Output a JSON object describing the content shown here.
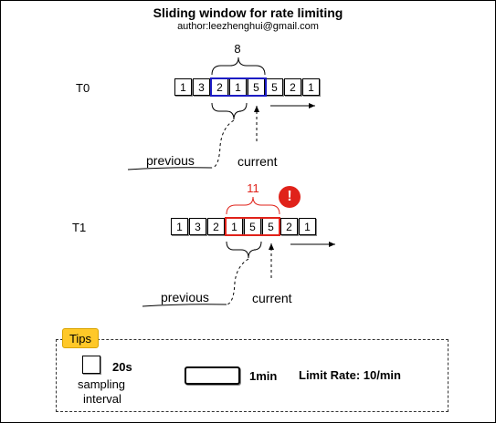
{
  "header": {
    "title": "Sliding window for rate limiting",
    "author": "author:leezhenghui@gmail.com"
  },
  "rows": [
    {
      "label": "T0",
      "cells": [
        "1",
        "3",
        "2",
        "1",
        "5",
        "5",
        "2",
        "1"
      ],
      "window_total": "8",
      "window_color": "#1c1cc4",
      "previous_label": "previous",
      "current_label": "current"
    },
    {
      "label": "T1",
      "cells": [
        "1",
        "3",
        "2",
        "1",
        "5",
        "5",
        "2",
        "1"
      ],
      "window_total": "11",
      "window_color": "#e0221a",
      "alert_icon": "exclamation-alert",
      "previous_label": "previous",
      "current_label": "current"
    }
  ],
  "tips": {
    "tag": "Tips",
    "sampling_value": "20s",
    "sampling_caption_line1": "sampling",
    "sampling_caption_line2": "interval",
    "window_value": "1min",
    "limit_rate": "Limit Rate: 10/min"
  }
}
